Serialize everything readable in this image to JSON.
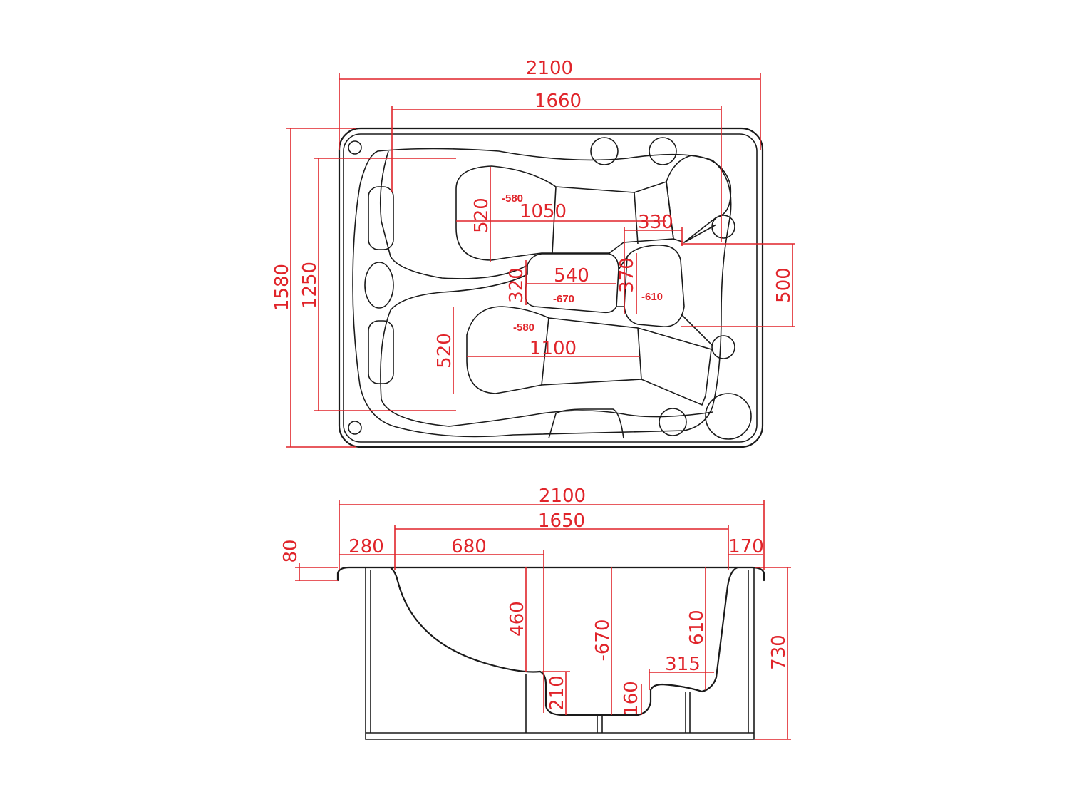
{
  "top_view": {
    "dim_overall_width": "2100",
    "dim_inner_width": "1660",
    "dim_overall_length": "1580",
    "dim_inner_length": "1250",
    "dim_seat1_length": "1050",
    "dim_seat1_width": "520",
    "dim_seat1_depth": "-580",
    "dim_footwell_width": "330",
    "dim_center_seat_length": "540",
    "dim_center_seat_width": "320",
    "dim_center_seat_depth": "-670",
    "dim_corner_seat_width": "370",
    "dim_corner_seat_depth": "-610",
    "dim_corner_seat_span": "500",
    "dim_seat2_length": "1100",
    "dim_seat2_width": "520",
    "dim_seat2_depth": "-580"
  },
  "side_view": {
    "dim_overall_width": "2100",
    "dim_inner_width": "1650",
    "dim_left_rim": "280",
    "dim_left_seat": "680",
    "dim_right_rim": "170",
    "dim_rim_height": "80",
    "dim_seat_height": "460",
    "dim_depth": "-670",
    "dim_right_seat_height": "610",
    "dim_step_width": "315",
    "dim_footwell_step": "210",
    "dim_step_height": "160",
    "dim_overall_height": "730"
  },
  "colors": {
    "line": "#1a1a1a",
    "dimension": "#e0242a",
    "background": "#ffffff"
  }
}
